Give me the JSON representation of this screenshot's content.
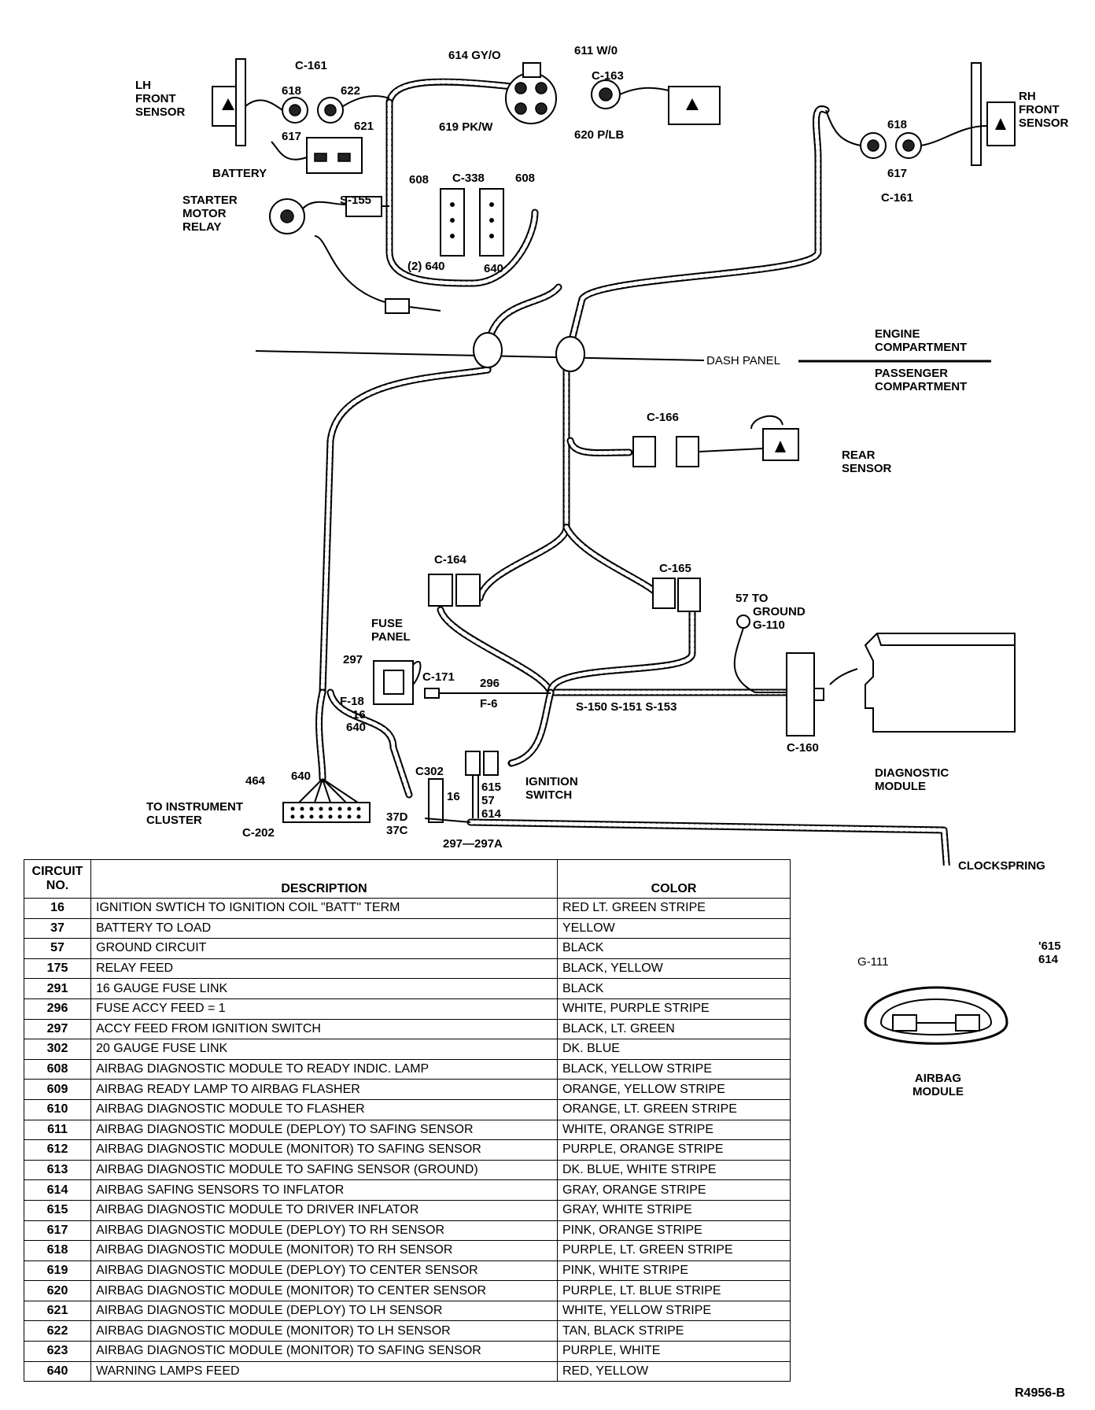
{
  "labels": {
    "lh_front_sensor": [
      "LH",
      "FRONT",
      "SENSOR"
    ],
    "rh_front_sensor": [
      "RH",
      "FRONT",
      "SENSOR"
    ],
    "c161_left": "C-161",
    "c161_right": "C-161",
    "w618_left": "618",
    "w617_left": "617",
    "w622": "622",
    "w621": "621",
    "w618_right": "618",
    "w617_right": "617",
    "battery": "BATTERY",
    "starter_motor_relay": [
      "STARTER",
      "MOTOR",
      "RELAY"
    ],
    "s155": "S-155",
    "c338": "C-338",
    "w608_left": "608",
    "w608_right": "608",
    "w640_two": "(2) 640",
    "w640_c338": "640",
    "w614": "614 GY/O",
    "w611": "611 W/0",
    "w619": "619 PK/W",
    "w620": "620 P/LB",
    "c163": "C-163",
    "engine_compartment": [
      "ENGINE",
      "COMPARTMENT"
    ],
    "passenger_compartment": [
      "PASSENGER",
      "COMPARTMENT"
    ],
    "dash_panel": "DASH PANEL",
    "c166": "C-166",
    "rear_sensor": [
      "REAR",
      "SENSOR"
    ],
    "c164": "C-164",
    "c165": "C-165",
    "ground_57": [
      "57  TO",
      "GROUND",
      "G-110"
    ],
    "fuse_panel": [
      "FUSE",
      "PANEL"
    ],
    "w297": "297",
    "c171": "C-171",
    "w296": "296",
    "f6": "F-6",
    "f18": "F-18",
    "w16": "16",
    "w640_fuse": "640",
    "splices": "S-150  S-151  S-153",
    "c160": "C-160",
    "diagnostic_module": [
      "DIAGNOSTIC",
      "MODULE"
    ],
    "w464": "464",
    "w640_cluster": "640",
    "to_instrument_cluster": [
      "TO INSTRUMENT",
      "CLUSTER"
    ],
    "c202": "C-202",
    "c302": "C302",
    "w16_c302": "16",
    "w37d": "37D",
    "w37c": "37C",
    "w297_297a": "297—297A",
    "ignition_switch": [
      "IGNITION",
      "SWITCH"
    ],
    "w615_57_614": [
      "615",
      "57",
      "614"
    ],
    "clockspring": "CLOCKSPRING",
    "g111": "G-111",
    "w615_614_airbag": [
      "'615",
      "614"
    ],
    "airbag_module": [
      "AIRBAG",
      "MODULE"
    ]
  },
  "table": {
    "headers": {
      "circuit": [
        "CIRCUIT",
        "NO."
      ],
      "description": "DESCRIPTION",
      "color": "COLOR"
    },
    "rows": [
      {
        "no": "16",
        "description": "IGNITION SWTICH TO IGNITION COIL \"BATT\" TERM",
        "color": "RED LT. GREEN STRIPE"
      },
      {
        "no": "37",
        "description": "BATTERY TO LOAD",
        "color": "YELLOW"
      },
      {
        "no": "57",
        "description": "GROUND CIRCUIT",
        "color": "BLACK"
      },
      {
        "no": "175",
        "description": "RELAY FEED",
        "color": "BLACK, YELLOW"
      },
      {
        "no": "291",
        "description": "16 GAUGE FUSE LINK",
        "color": "BLACK"
      },
      {
        "no": "296",
        "description": "FUSE ACCY FEED = 1",
        "color": "WHITE, PURPLE STRIPE"
      },
      {
        "no": "297",
        "description": "ACCY FEED FROM IGNITION SWITCH",
        "color": "BLACK, LT. GREEN"
      },
      {
        "no": "302",
        "description": "20 GAUGE FUSE LINK",
        "color": "DK. BLUE"
      },
      {
        "no": "608",
        "description": "AIRBAG DIAGNOSTIC MODULE TO READY INDIC. LAMP",
        "color": "BLACK, YELLOW STRIPE"
      },
      {
        "no": "609",
        "description": "AIRBAG READY LAMP TO AIRBAG FLASHER",
        "color": "ORANGE, YELLOW STRIPE"
      },
      {
        "no": "610",
        "description": "AIRBAG DIAGNOSTIC MODULE TO FLASHER",
        "color": "ORANGE, LT. GREEN STRIPE"
      },
      {
        "no": "611",
        "description": "AIRBAG DIAGNOSTIC MODULE (DEPLOY) TO SAFING SENSOR",
        "color": "WHITE, ORANGE STRIPE"
      },
      {
        "no": "612",
        "description": "AIRBAG DIAGNOSTIC MODULE (MONITOR) TO SAFING SENSOR",
        "color": "PURPLE, ORANGE STRIPE"
      },
      {
        "no": "613",
        "description": "AIRBAG DIAGNOSTIC MODULE TO SAFING SENSOR (GROUND)",
        "color": "DK. BLUE, WHITE STRIPE"
      },
      {
        "no": "614",
        "description": "AIRBAG SAFING SENSORS TO INFLATOR",
        "color": "GRAY, ORANGE STRIPE"
      },
      {
        "no": "615",
        "description": "AIRBAG DIAGNOSTIC MODULE TO DRIVER INFLATOR",
        "color": "GRAY, WHITE STRIPE"
      },
      {
        "no": "617",
        "description": "AIRBAG DIAGNOSTIC MODULE (DEPLOY) TO RH SENSOR",
        "color": "PINK, ORANGE STRIPE"
      },
      {
        "no": "618",
        "description": "AIRBAG DIAGNOSTIC MODULE (MONITOR) TO RH SENSOR",
        "color": "PURPLE, LT. GREEN STRIPE"
      },
      {
        "no": "619",
        "description": "AIRBAG DIAGNOSTIC MODULE (DEPLOY) TO CENTER SENSOR",
        "color": "PINK, WHITE STRIPE"
      },
      {
        "no": "620",
        "description": "AIRBAG DIAGNOSTIC MODULE (MONITOR) TO CENTER SENSOR",
        "color": "PURPLE, LT. BLUE STRIPE"
      },
      {
        "no": "621",
        "description": "AIRBAG DIAGNOSTIC MODULE (DEPLOY) TO LH SENSOR",
        "color": "WHITE, YELLOW STRIPE"
      },
      {
        "no": "622",
        "description": "AIRBAG DIAGNOSTIC MODULE (MONITOR) TO LH SENSOR",
        "color": "TAN, BLACK STRIPE"
      },
      {
        "no": "623",
        "description": "AIRBAG DIAGNOSTIC MODULE (MONITOR) TO SAFING SENSOR",
        "color": "PURPLE, WHITE"
      },
      {
        "no": "640",
        "description": "WARNING LAMPS FEED",
        "color": "RED, YELLOW"
      }
    ]
  },
  "reference": "R4956-B"
}
